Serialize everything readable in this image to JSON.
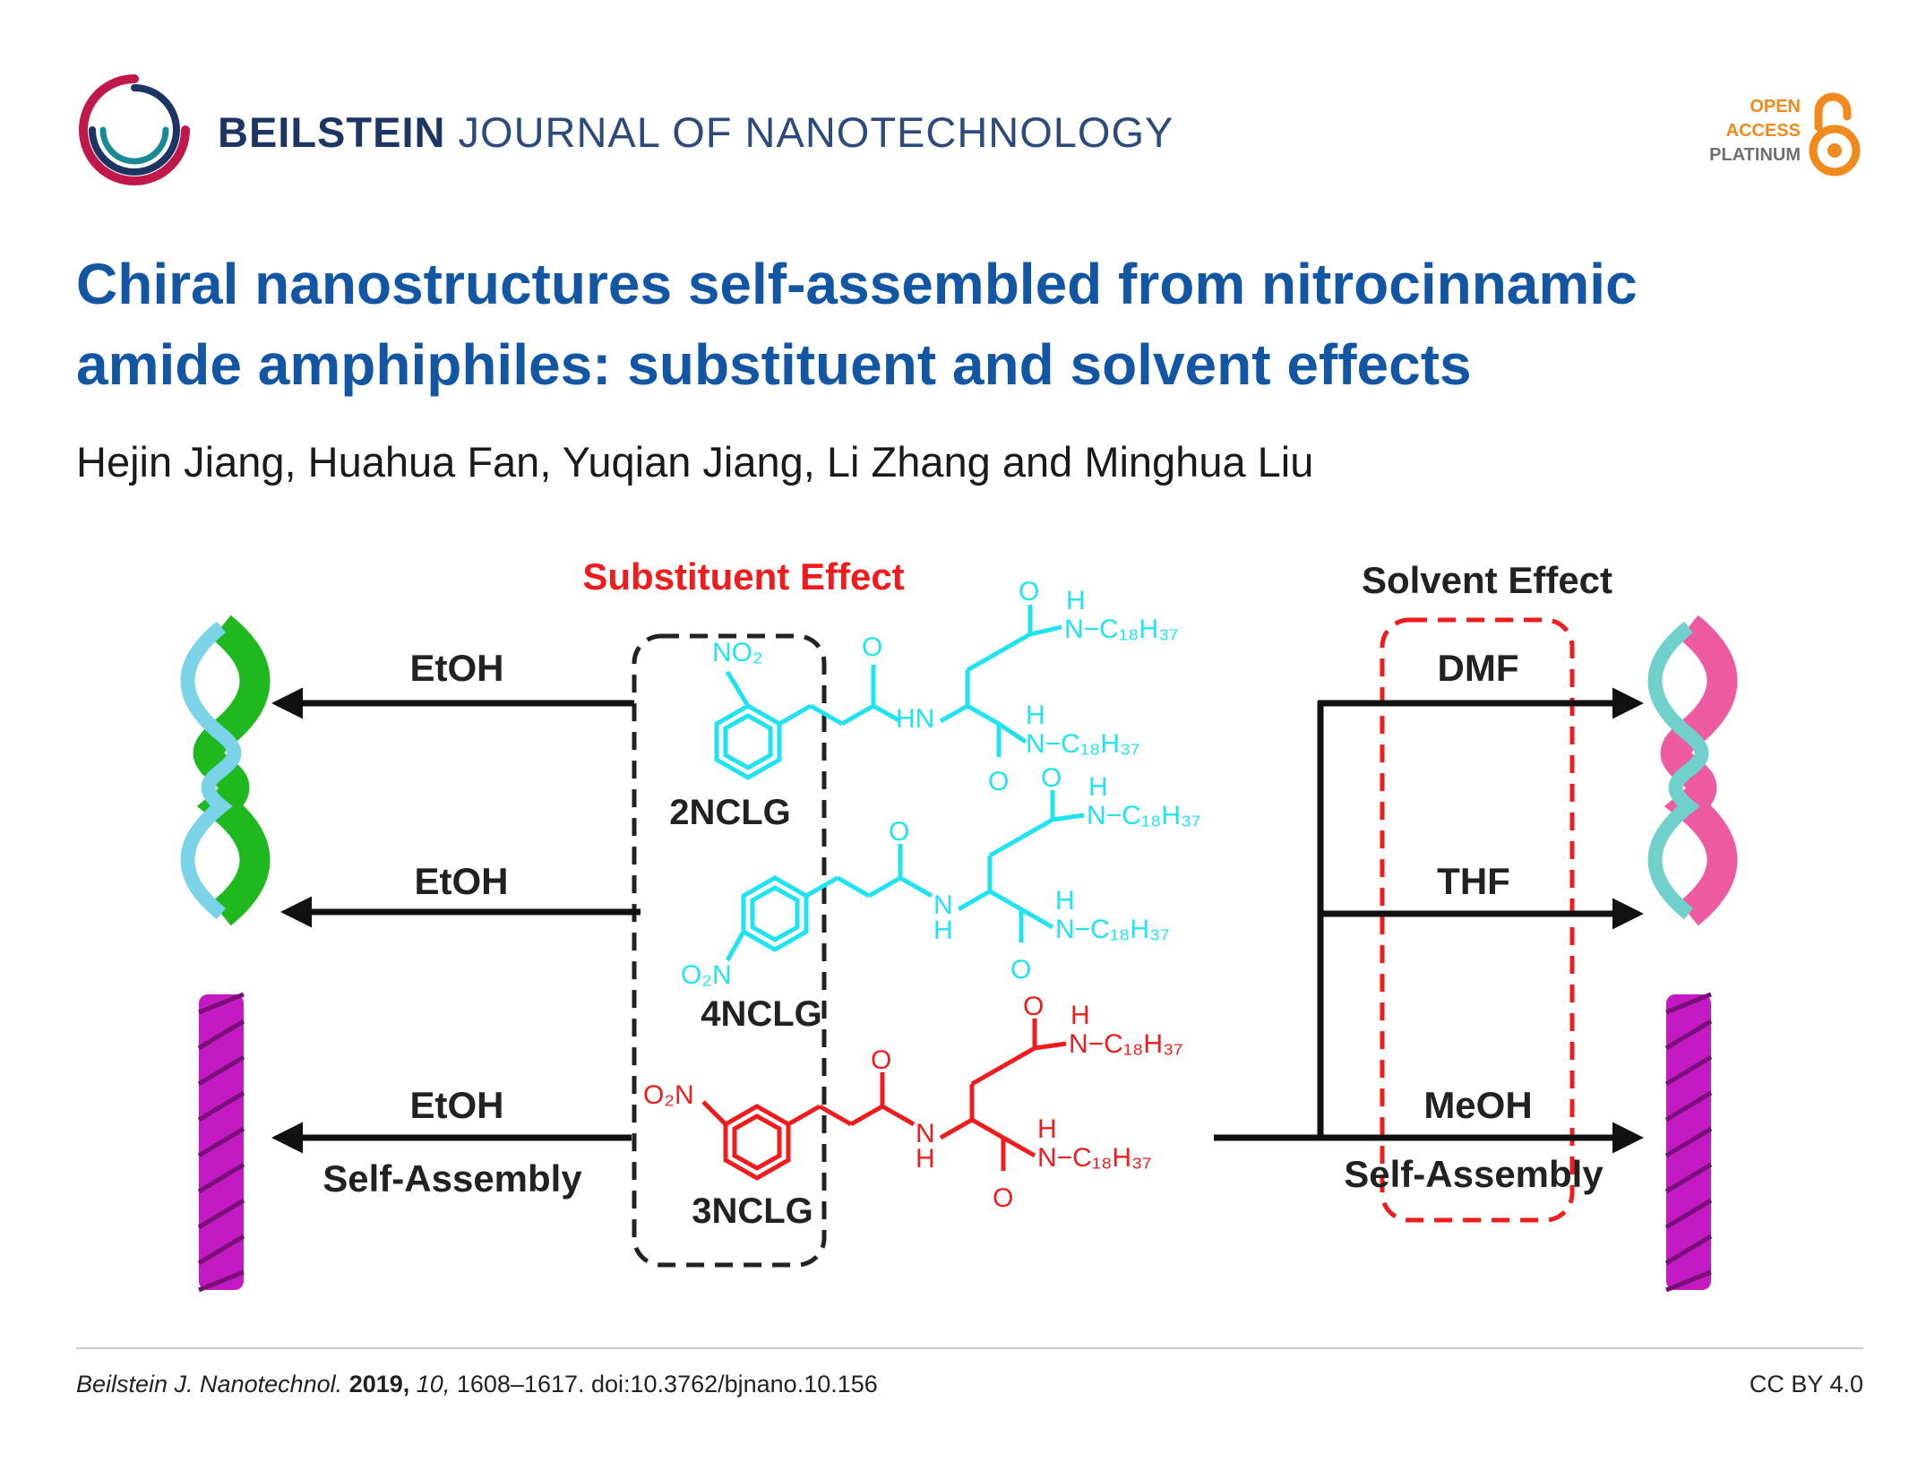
{
  "header": {
    "journal_bold": "BEILSTEIN",
    "journal_rest": "JOURNAL OF NANOTECHNOLOGY",
    "oa_line1": "OPEN",
    "oa_line2": "ACCESS",
    "oa_line3": "PLATINUM"
  },
  "article": {
    "title_line1": "Chiral nanostructures self-assembled from nitrocinnamic",
    "title_line2": "amide amphiphiles: substituent and solvent effects",
    "authors": "Hejin Jiang, Huahua Fan, Yuqian Jiang, Li Zhang and Minghua Liu"
  },
  "graphic": {
    "substituent_effect": "Substituent Effect",
    "solvent_effect": "Solvent Effect",
    "left_solvents": [
      "EtOH",
      "EtOH",
      "EtOH"
    ],
    "right_solvents": [
      "DMF",
      "THF",
      "MeOH"
    ],
    "self_assembly_left": "Self-Assembly",
    "self_assembly_right": "Self-Assembly",
    "compounds": [
      "2NCLG",
      "4NCLG",
      "3NCLG"
    ],
    "nitro_group": "NO₂",
    "nitro_group_alt": "O₂N",
    "chain_label": "N−C₁₈H₃₇",
    "hn_label": "HN",
    "nh_n": "N",
    "nh_h": "H",
    "oxygen": "O",
    "colors": {
      "cyan": "#1fe3f0",
      "red": "#ee1c1c",
      "green_helix": "#1fb81f",
      "pink_helix": "#ee5aa0",
      "magenta_rope": "#c41ac4"
    }
  },
  "footer": {
    "journal_abbrev": "Beilstein J. Nanotechnol.",
    "year": "2019,",
    "volume": "10,",
    "pages_doi": "1608–1617. doi:10.3762/bjnano.10.156",
    "license": "CC BY 4.0"
  }
}
